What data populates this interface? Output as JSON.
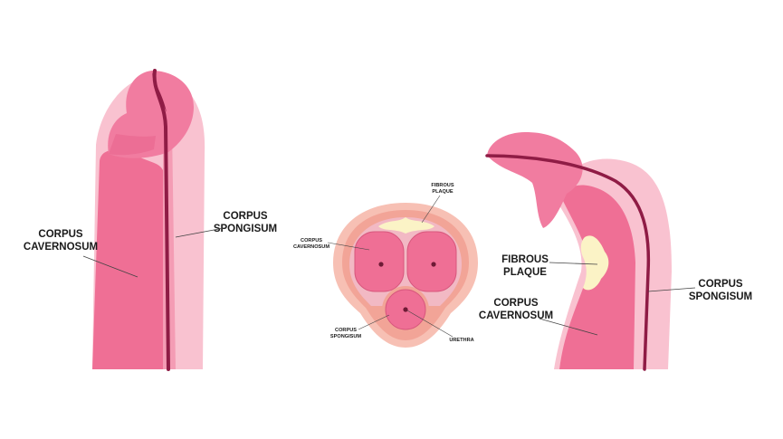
{
  "colors": {
    "skin_light": "#f9c2d0",
    "skin_mid": "#f6a9bd",
    "tissue": "#ef6f95",
    "tissue_edge": "#e4557f",
    "urethra": "#8f1c45",
    "plaque": "#fbf3c6",
    "cross_outer": "#f7c0b4",
    "cross_mid": "#f2a497",
    "cross_inner": "#f2b9c4",
    "line": "#444444"
  },
  "labels": {
    "left_cavernosum": [
      "CORPUS",
      "CAVERNOSUM"
    ],
    "left_spongisum": [
      "CORPUS",
      "SPONGISUM"
    ],
    "center_fibrous": [
      "FIBROUS",
      "PLAQUE"
    ],
    "center_cavernosum": [
      "CORPUS",
      "CAVERNOSUM"
    ],
    "center_spongisum": [
      "CORPUS",
      "SPONGISUM"
    ],
    "center_urethra": "URETHRA",
    "right_fibrous": [
      "FIBROUS",
      "PLAQUE"
    ],
    "right_cavernosum": [
      "CORPUS",
      "CAVERNOSUM"
    ],
    "right_spongisum": [
      "CORPUS",
      "SPONGISUM"
    ]
  }
}
